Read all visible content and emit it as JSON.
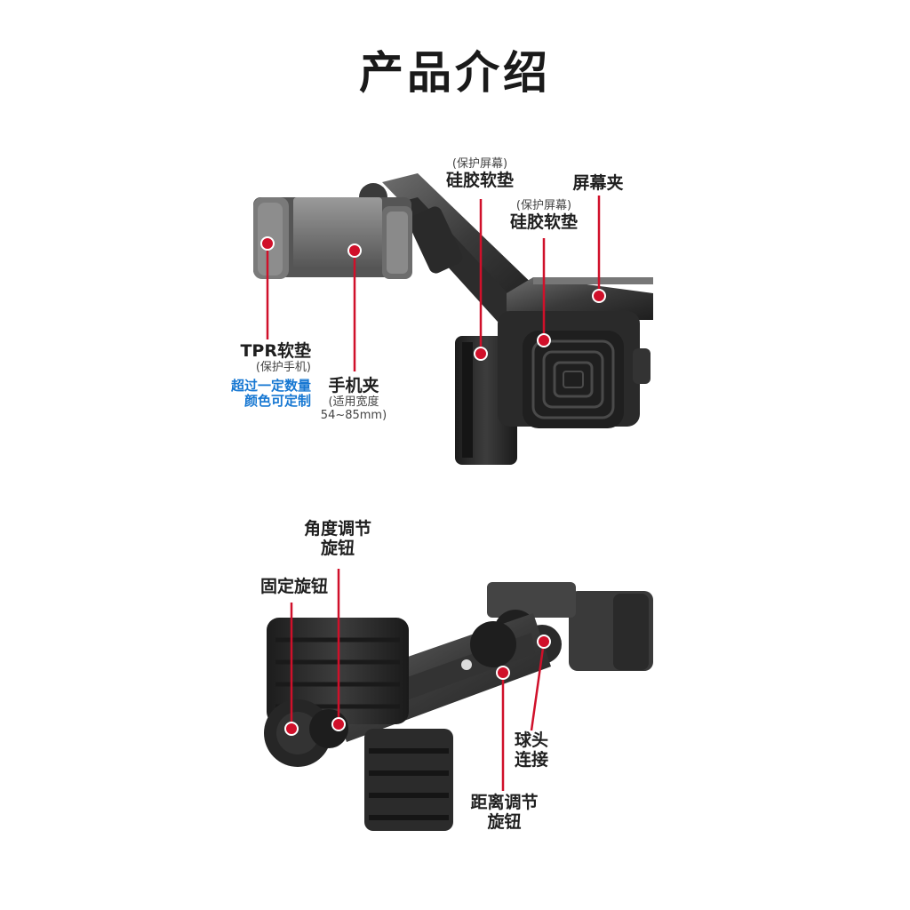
{
  "page": {
    "title": "产品介绍"
  },
  "top_product": {
    "labels": {
      "tpr_pad": {
        "main": "TPR软垫",
        "sub": "(保护手机)",
        "note_line1": "超过一定数量",
        "note_line2": "颜色可定制"
      },
      "phone_clip": {
        "main": "手机夹",
        "sub_line1": "(适用宽度",
        "sub_line2": "54~85mm)"
      },
      "silicone_pad_1": {
        "sub": "(保护屏幕)",
        "main": "硅胶软垫"
      },
      "silicone_pad_2": {
        "sub": "(保护屏幕)",
        "main": "硅胶软垫"
      },
      "screen_clip": {
        "main": "屏幕夹"
      }
    }
  },
  "bottom_product": {
    "labels": {
      "angle_knob": {
        "line1": "角度调节",
        "line2": "旋钮"
      },
      "fixing_knob": {
        "main": "固定旋钮"
      },
      "ball_joint": {
        "line1": "球头",
        "line2": "连接"
      },
      "distance_knob": {
        "line1": "距离调节",
        "line2": "旋钮"
      }
    }
  },
  "colors": {
    "accent_red": "#d0102a",
    "accent_blue": "#1677d2",
    "product_dark": "#2b2b2b"
  }
}
